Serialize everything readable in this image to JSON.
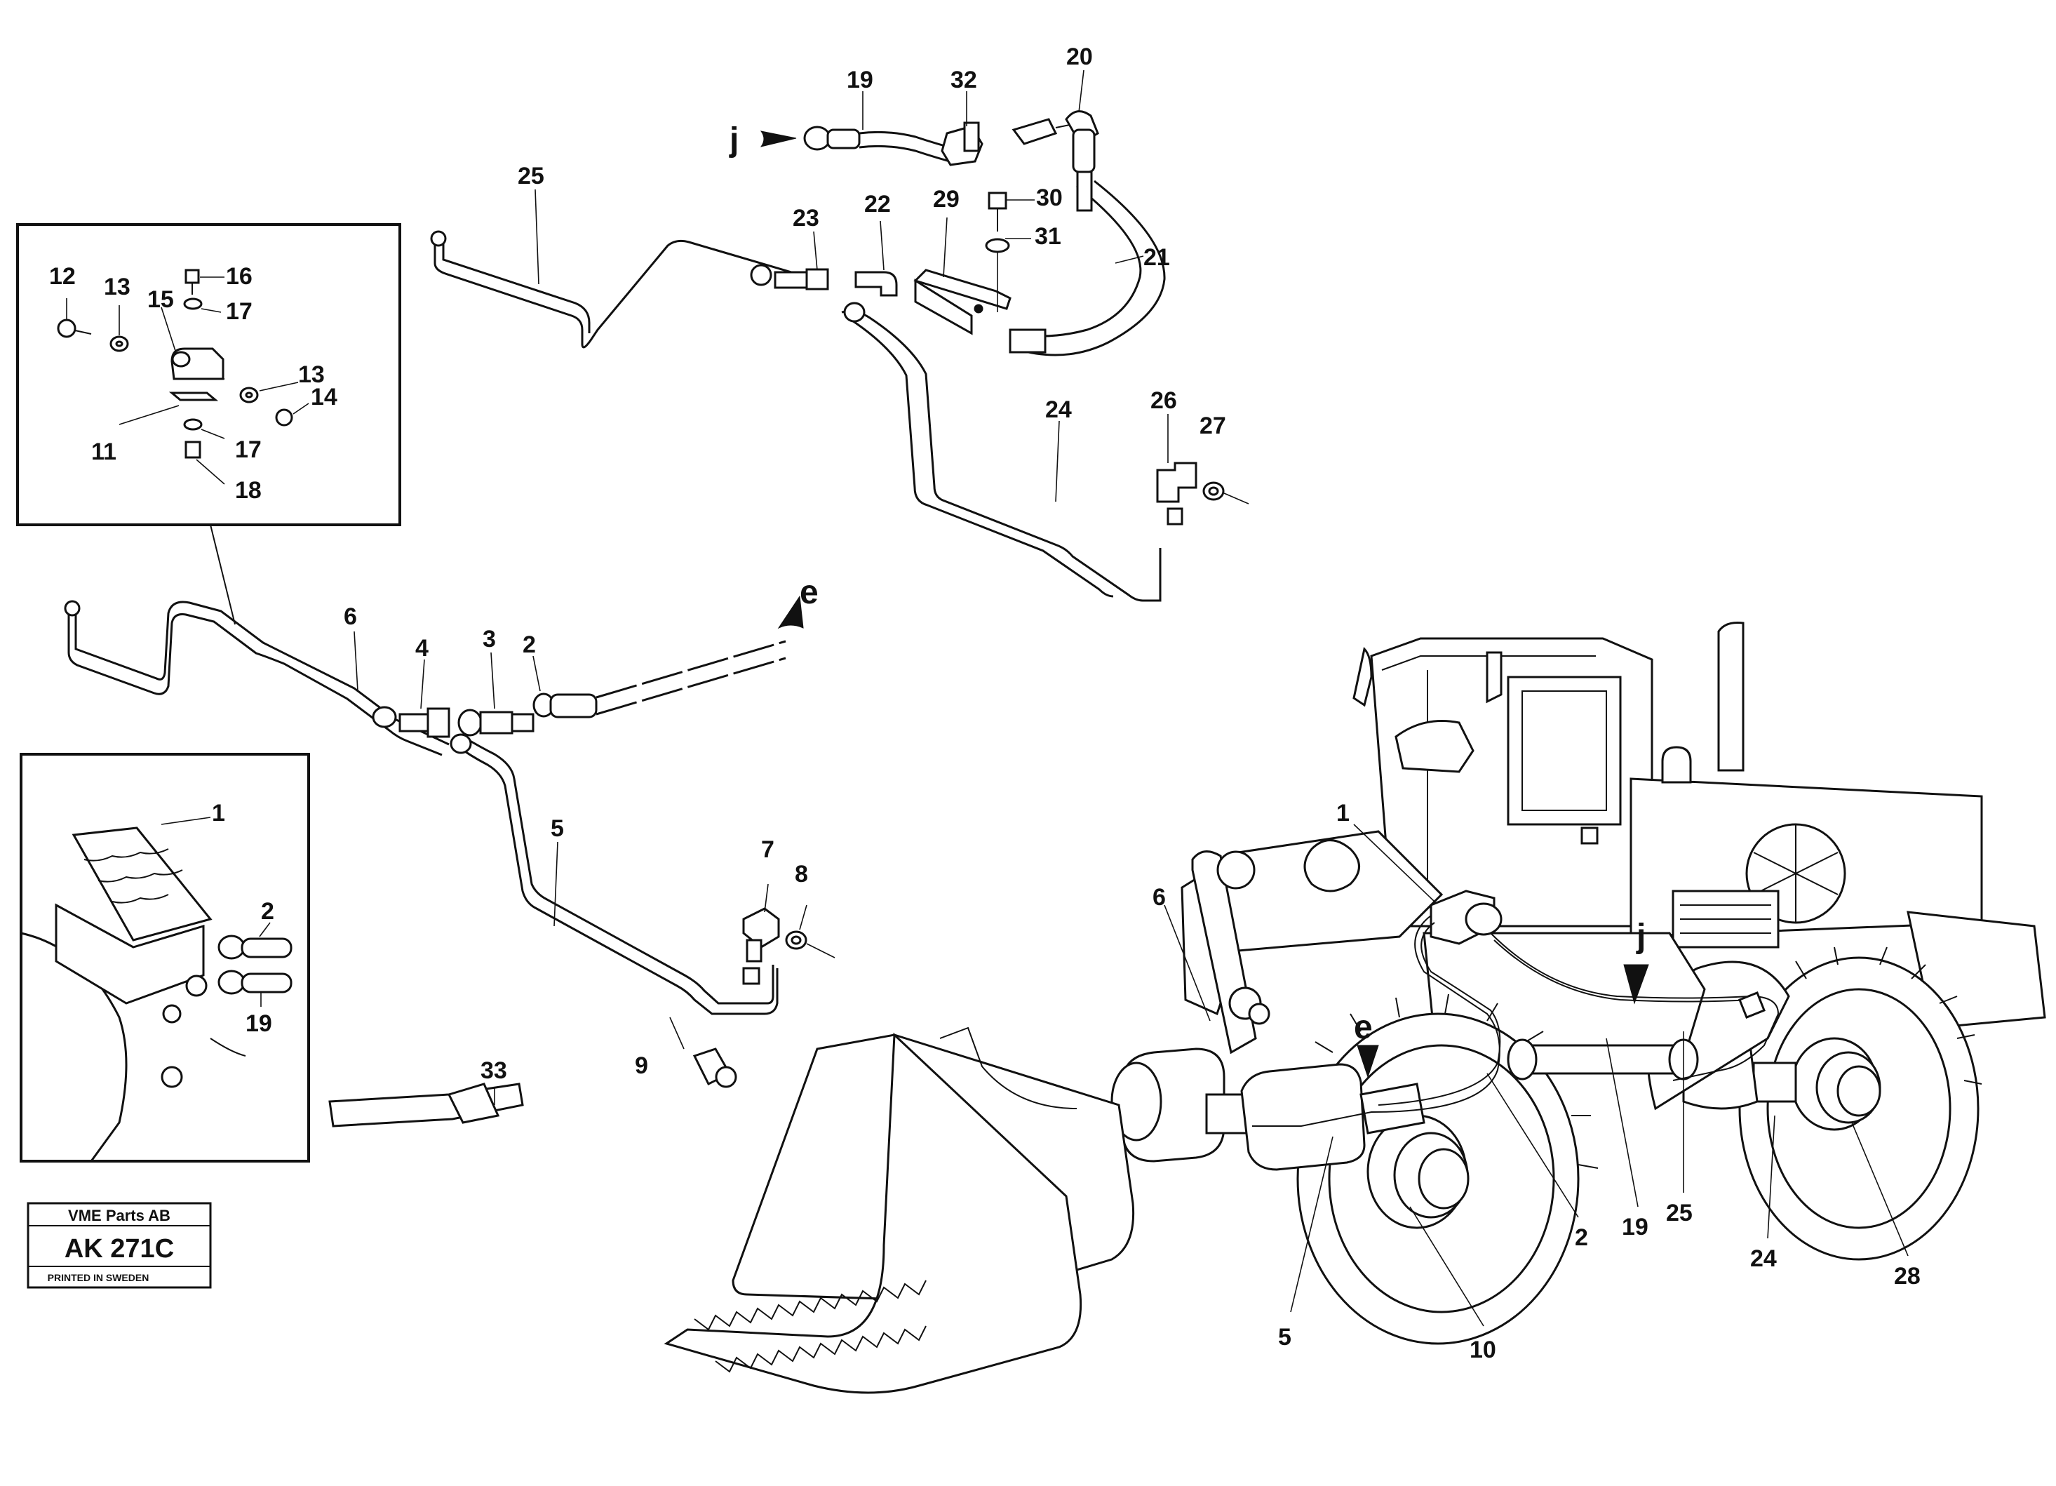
{
  "view_arrows": {
    "j": "j",
    "e": "e"
  },
  "labels": {
    "p1_pedal": "1",
    "p2_inset": "2",
    "p19_inset": "19",
    "p33": "33",
    "p12": "12",
    "p13a": "13",
    "p15": "15",
    "p16": "16",
    "p17a": "17",
    "p13b": "13",
    "p14": "14",
    "p11": "11",
    "p17b": "17",
    "p18": "18",
    "p25_top": "25",
    "p19_top": "19",
    "p32": "32",
    "p20": "20",
    "p21": "21",
    "p23": "23",
    "p22": "22",
    "p29": "29",
    "p30": "30",
    "p31": "31",
    "p24_top": "24",
    "p26": "26",
    "p27": "27",
    "p6_mid": "6",
    "p4": "4",
    "p3": "3",
    "p2_mid": "2",
    "p5_mid": "5",
    "p7": "7",
    "p8": "8",
    "p9": "9",
    "p1_loader": "1",
    "p6_loader": "6",
    "p2_loader": "2",
    "p5_loader": "5",
    "p10": "10",
    "p19_loader": "19",
    "p25_loader": "25",
    "p24_loader": "24",
    "p28": "28"
  },
  "stamp": {
    "company": "VME Parts AB",
    "code": "AK 271C",
    "printed": "PRINTED IN SWEDEN"
  }
}
